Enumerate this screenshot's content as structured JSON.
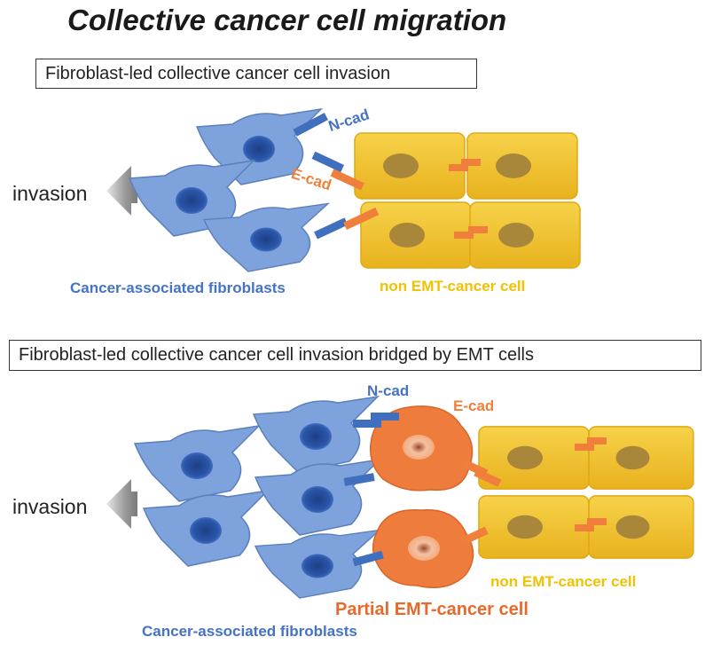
{
  "title": "Collective cancer cell migration",
  "panel1": {
    "box_label": "Fibroblast-led collective cancer cell invasion",
    "invasion": "invasion",
    "ncad": "N-cad",
    "ecad": "E-cad",
    "caf_label": "Cancer-associated fibroblasts",
    "tumor_label": "non EMT-cancer cell"
  },
  "panel2": {
    "box_label": "Fibroblast-led collective cancer cell invasion bridged by EMT cells",
    "invasion": "invasion",
    "ncad": "N-cad",
    "ecad": "E-cad",
    "caf_label": "Cancer-associated fibroblasts",
    "tumor_label": "non EMT-cancer cell",
    "emt_label": "Partial EMT-cancer cell"
  },
  "colors": {
    "fibroblast": "#7ea3dc",
    "fibroblast_nucleus": "#234a92",
    "ncad": "#3f6fbd",
    "ecad": "#ef7f3a",
    "tumor": "#f2c533",
    "tumor_nucleus": "#a8873a",
    "emt_cell": "#ee7c3c",
    "caf_text": "#4472c4",
    "tumor_text": "#f2c100",
    "emt_text": "#e8692c"
  }
}
